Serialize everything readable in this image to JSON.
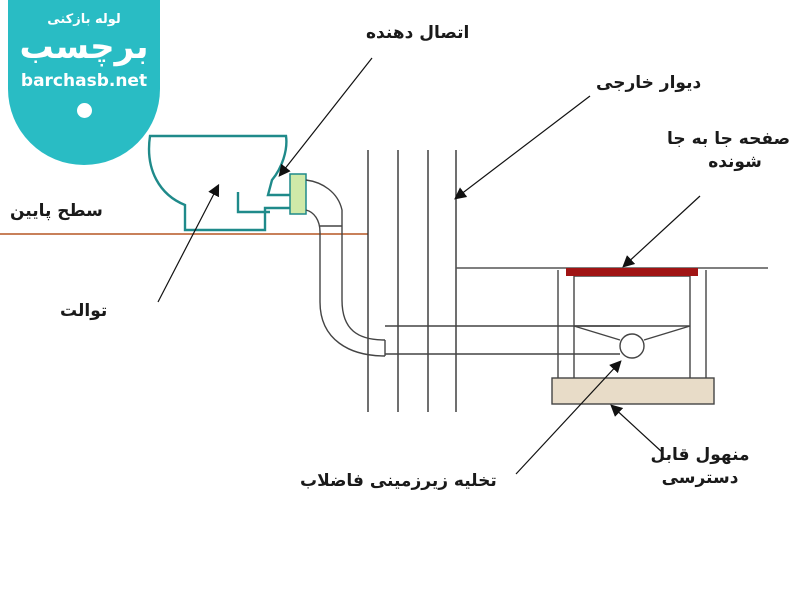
{
  "badge": {
    "line1": "لوله بازکنی",
    "line2": "برچسب",
    "line3": "barchasb.net"
  },
  "labels": {
    "coupling": "اتصال دهنده",
    "outer_wall": "دیوار خارجی",
    "plate_line1": "صفحه جا به جا",
    "plate_line2": "شونده",
    "lower_surface": "سطح پایین",
    "toilet": "توالت",
    "drain": "تخلیه زیرزمینی فاضلاب",
    "manhole_line1": "منهول قابل",
    "manhole_line2": "دسترسی"
  },
  "colors": {
    "toilet_outline": "#1f8a8a",
    "coupling": "#cfe9a8",
    "floor_line": "#c8805a",
    "plate": "#a01414",
    "manhole_base": "#e8dcc8",
    "badge": "#29bcc4"
  }
}
